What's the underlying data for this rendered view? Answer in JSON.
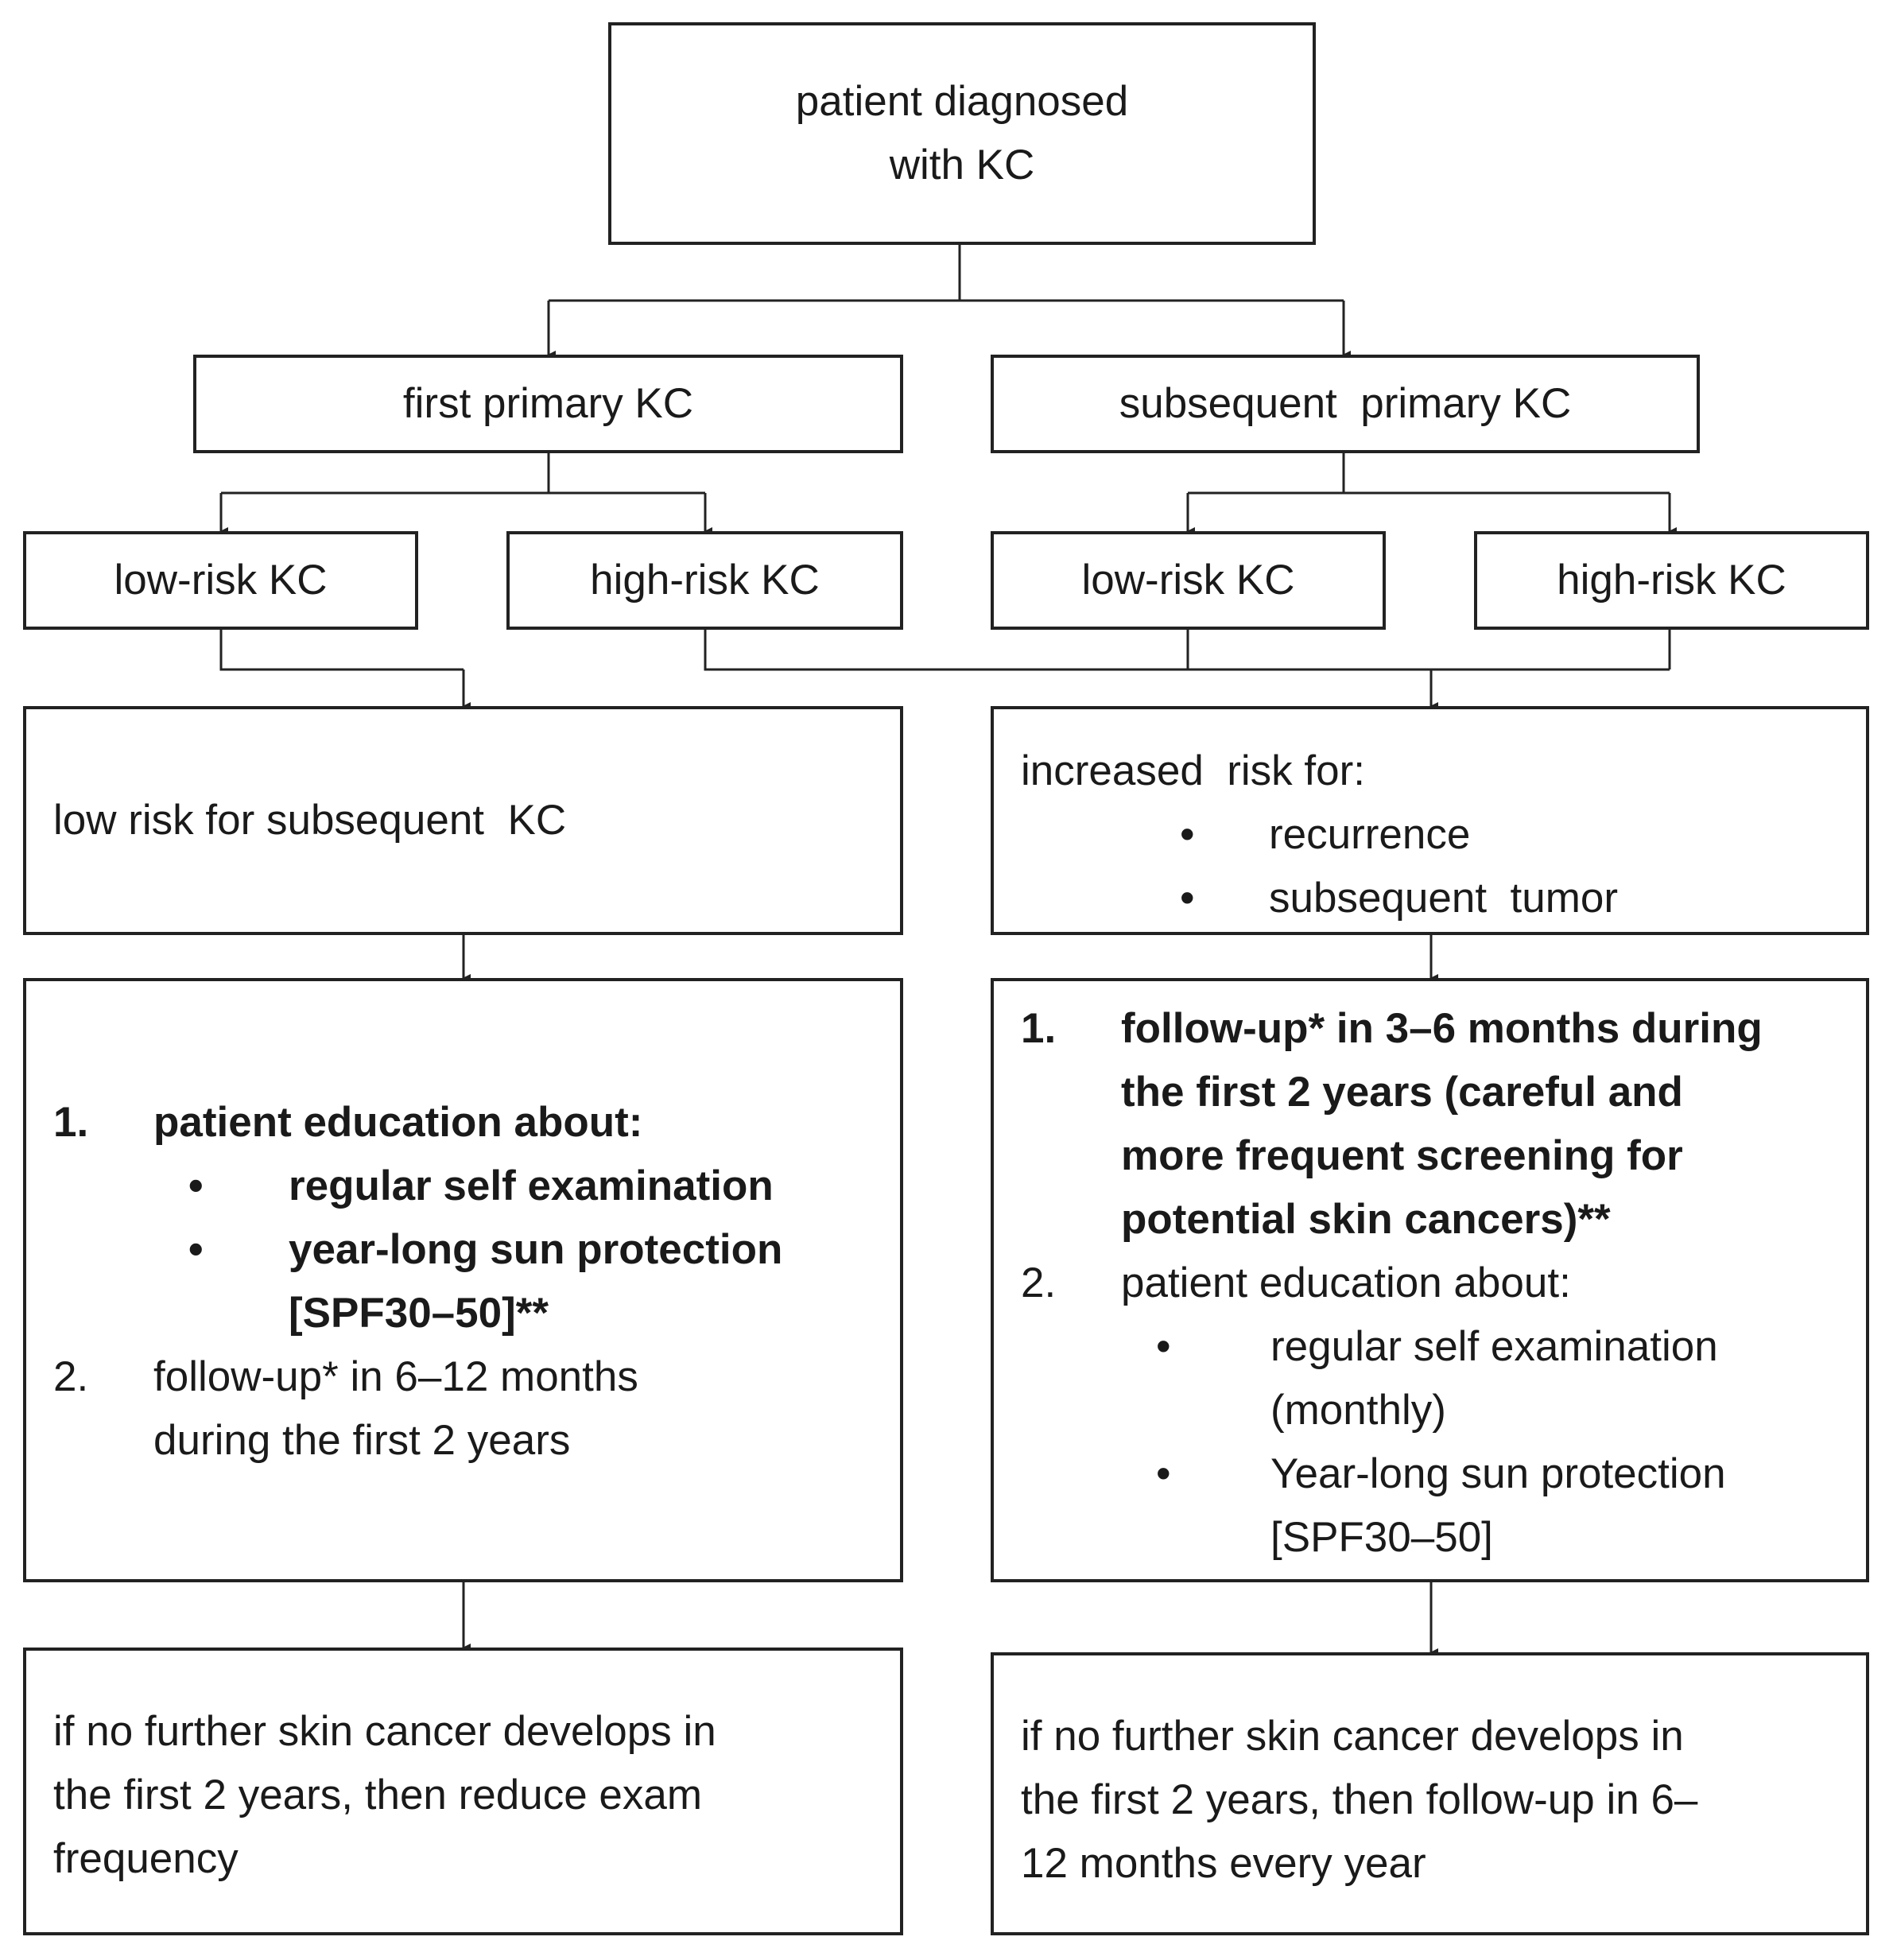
{
  "root": {
    "line1": "patient diagnosed",
    "line2": "with KC"
  },
  "first_primary": "first primary KC",
  "subsequent_primary": "subsequent  primary KC",
  "low_risk_left": "low-risk KC",
  "high_risk_left": "high-risk KC",
  "low_risk_right": "low-risk KC",
  "high_risk_right": "high-risk KC",
  "low_risk_box": "low risk for subsequent  KC",
  "increased_box": {
    "title": "increased  risk for:",
    "bullet": "•",
    "items": [
      "recurrence",
      "subsequent  tumor"
    ]
  },
  "left_plan": {
    "item1_num": "1.",
    "item1_text": "patient education about:",
    "bullet": "•",
    "sub1": "regular self examination",
    "sub2_line1": "year-long sun protection",
    "sub2_line2": "[SPF30–50]**",
    "item2_num": "2.",
    "item2_line1": "follow-up* in 6–12 months",
    "item2_line2": "during the first 2 years"
  },
  "right_plan": {
    "item1_num": "1.",
    "item1_lines": [
      "follow-up* in 3–6 months during",
      "the first 2 years (careful and",
      "more frequent screening for",
      "potential skin cancers)**"
    ],
    "item2_num": "2.",
    "item2_text": "patient education about:",
    "bullet": "•",
    "sub1_lines": [
      "regular self examination",
      "(monthly)"
    ],
    "sub2_lines": [
      "Year-long sun protection",
      "[SPF30–50]"
    ]
  },
  "left_final": [
    "if no further skin cancer develops in",
    "the first 2 years, then reduce exam",
    "frequency"
  ],
  "right_final": [
    "if no further skin cancer develops in",
    "the first 2 years, then follow-up in 6–",
    "12 months every year"
  ],
  "colors": {
    "line": "#222222",
    "text": "#1a1a1a",
    "background": "#ffffff"
  }
}
